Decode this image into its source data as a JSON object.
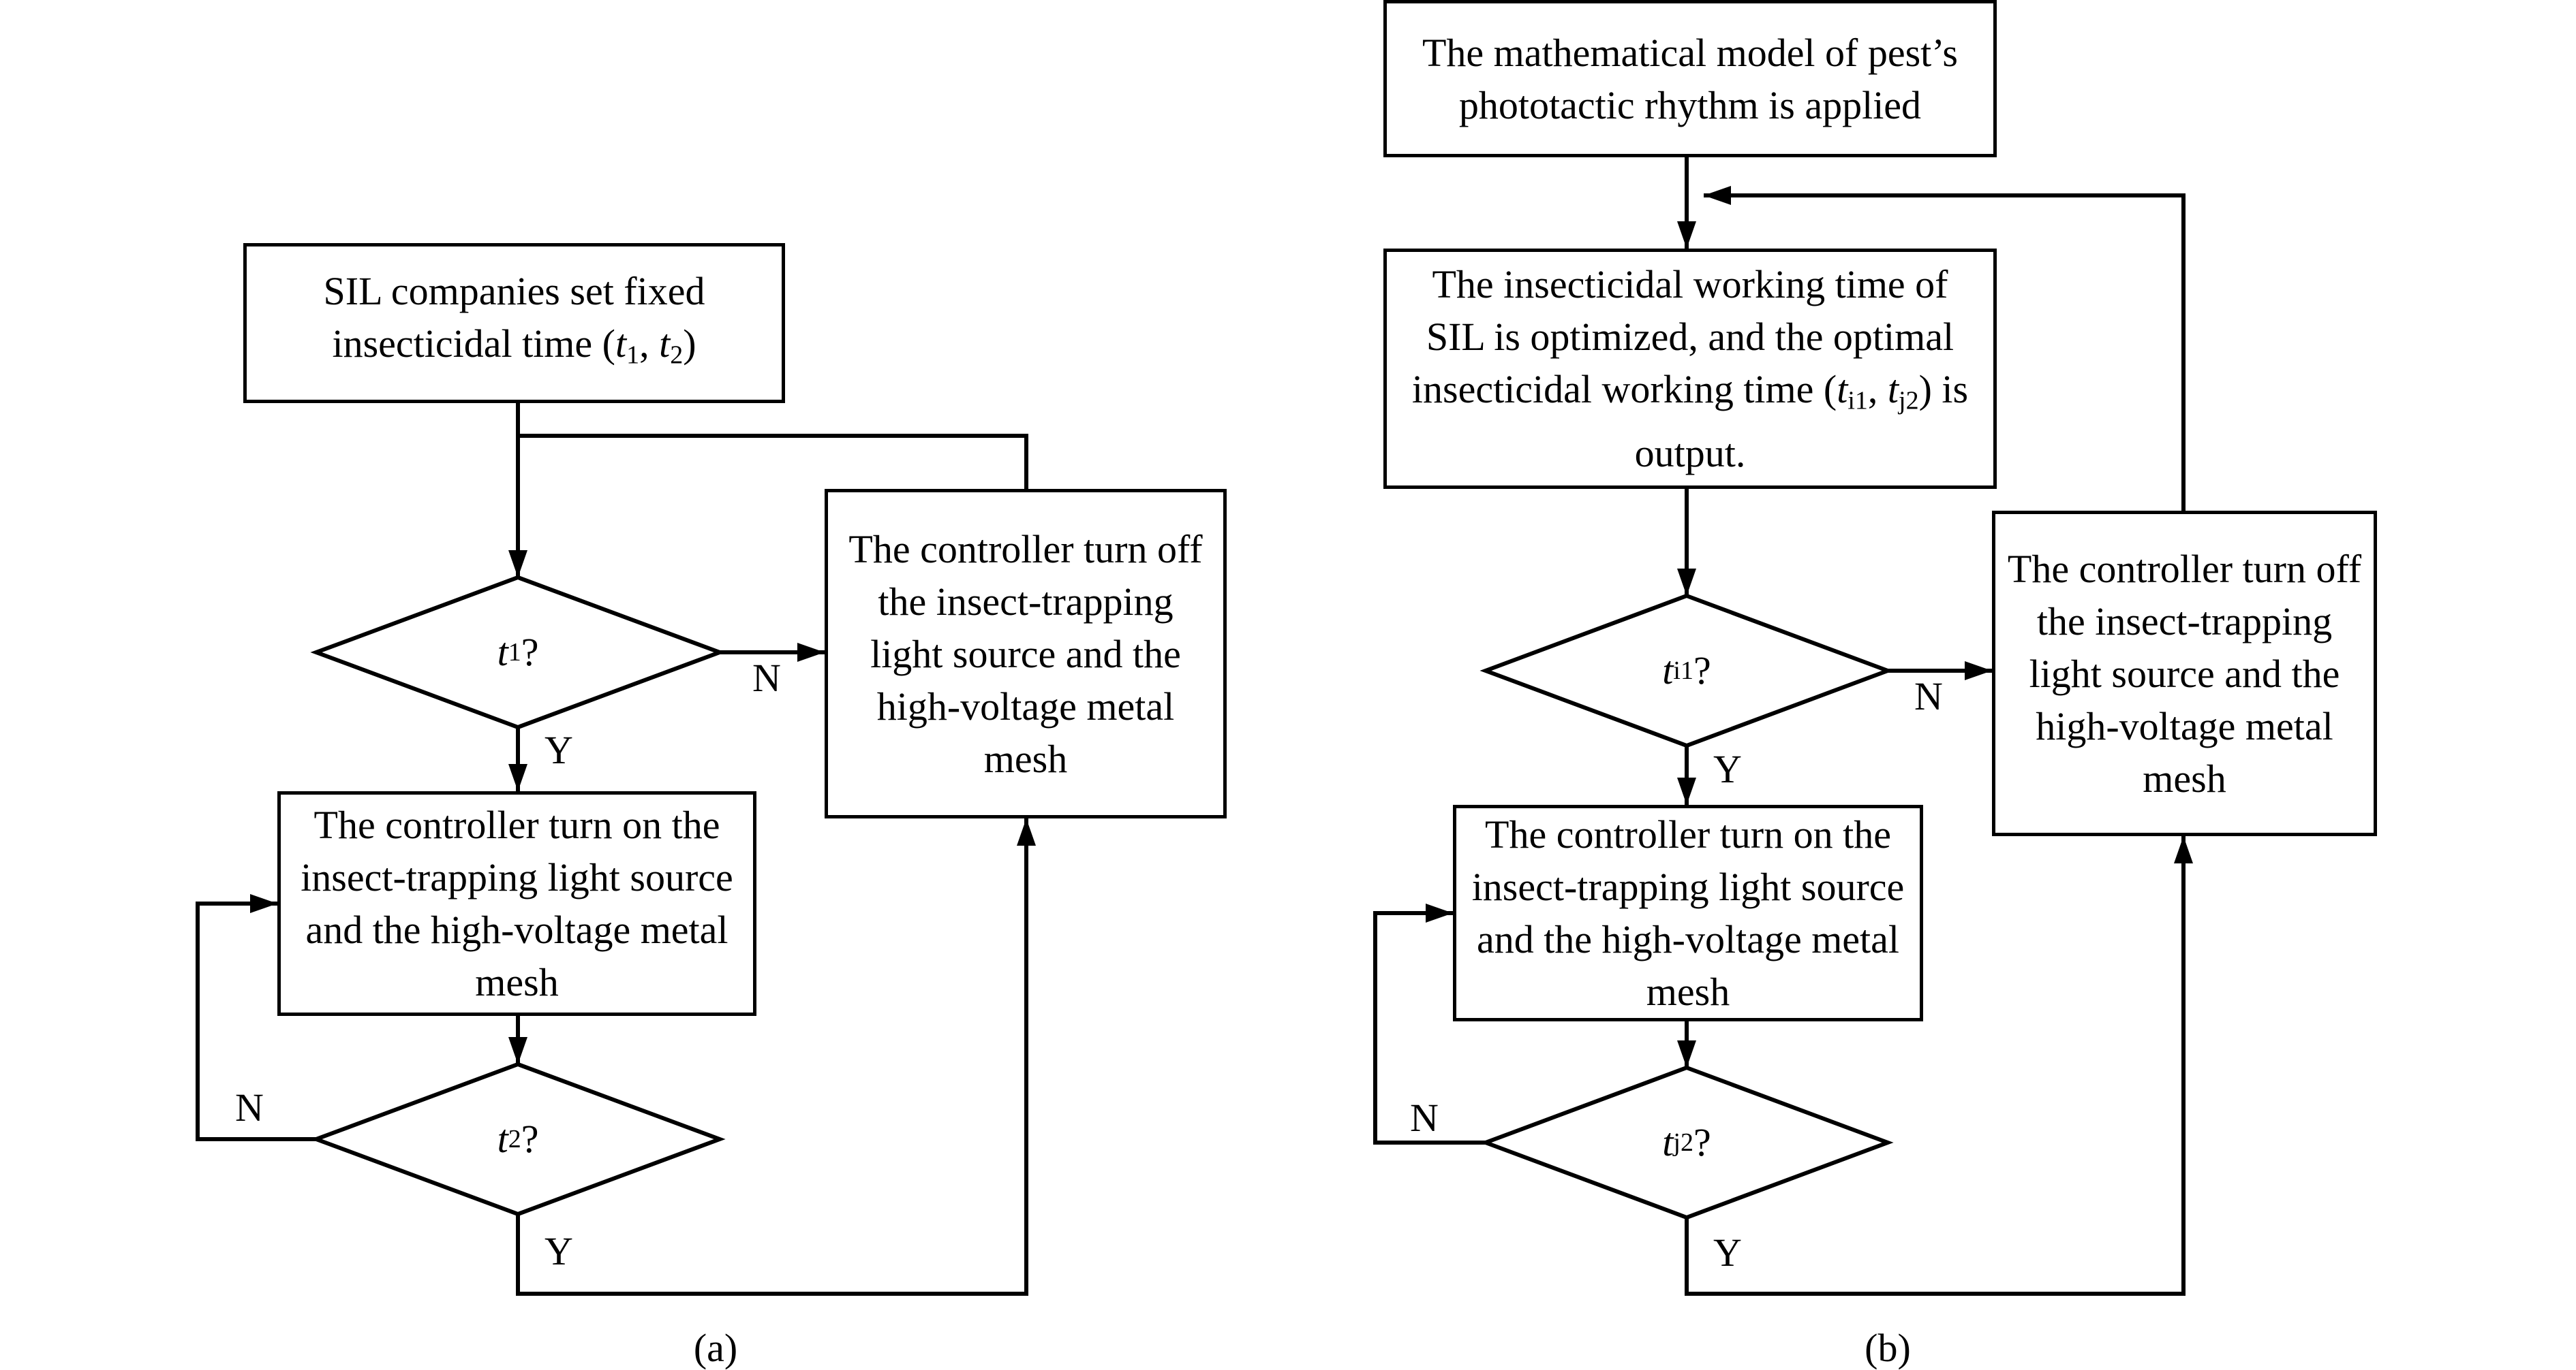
{
  "panel_a": {
    "caption": "(a)",
    "start": {
      "line1": "SIL companies set fixed",
      "line2_pre": "insecticidal time (",
      "t1_sym": "t",
      "t1_sub": "1",
      "sep": ", ",
      "t2_sym": "t",
      "t2_sub": "2",
      "line2_post": ")"
    },
    "d1": {
      "sym": "t",
      "sub": "1",
      "q": "?"
    },
    "on_box": {
      "text": "The controller turn on the insect-trapping light source and the high-voltage metal mesh"
    },
    "d2": {
      "sym": "t",
      "sub": "2",
      "q": "?"
    },
    "off_box": {
      "text": "The controller turn off the insect-trapping light source and the high-voltage metal mesh"
    },
    "labels": {
      "d1_no": "N",
      "d1_yes": "Y",
      "d2_no": "N",
      "d2_yes": "Y"
    }
  },
  "panel_b": {
    "caption": "(b)",
    "model_box": {
      "text": "The mathematical model of pest’s phototactic rhythm is applied"
    },
    "opt_box": {
      "pre": "The insecticidal working time of SIL is optimized, and the optimal insecticidal working time (",
      "s1_sym": "t",
      "s1_sub": "i1",
      "sep": ", ",
      "s2_sym": "t",
      "s2_sub": "j2",
      "post": ") is output."
    },
    "d1": {
      "sym": "t",
      "sub": "i1",
      "q": "?"
    },
    "on_box": {
      "text": "The controller turn on the insect-trapping light source and the high-voltage metal mesh"
    },
    "d2": {
      "sym": "t",
      "sub": "j2",
      "q": "?"
    },
    "off_box": {
      "text": "The controller turn off the insect-trapping light source and the high-voltage metal mesh"
    },
    "labels": {
      "d1_no": "N",
      "d1_yes": "Y",
      "d2_no": "N",
      "d2_yes": "Y"
    }
  }
}
